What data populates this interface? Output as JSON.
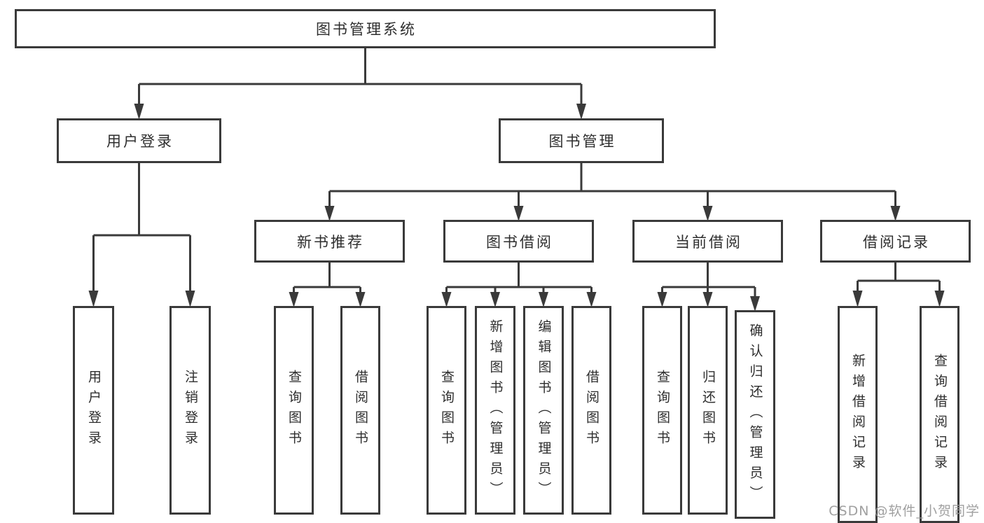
{
  "tree": {
    "label": "图书管理系统",
    "children": [
      {
        "label": "用户登录",
        "children": [
          {
            "label": "用户登录"
          },
          {
            "label": "注销登录"
          }
        ]
      },
      {
        "label": "图书管理",
        "children": [
          {
            "label": "新书推荐",
            "children": [
              {
                "label": "查询图书"
              },
              {
                "label": "借阅图书"
              }
            ]
          },
          {
            "label": "图书借阅",
            "children": [
              {
                "label": "查询图书"
              },
              {
                "label": "新增图书（管理员）"
              },
              {
                "label": "编辑图书（管理员）"
              },
              {
                "label": "借阅图书"
              }
            ]
          },
          {
            "label": "当前借阅",
            "children": [
              {
                "label": "查询图书"
              },
              {
                "label": "归还图书"
              },
              {
                "label": "确认归还（管理员）"
              }
            ]
          },
          {
            "label": "借阅记录",
            "children": [
              {
                "label": "新增借阅记录"
              },
              {
                "label": "查询借阅记录"
              }
            ]
          }
        ]
      }
    ]
  },
  "watermark": {
    "text": "CSDN @软件_小贺同学"
  },
  "colors": {
    "line": "#3a3a3a",
    "box_border": "#3a3a3a",
    "text": "#2e2e2e",
    "watermark": "#989898",
    "background": "#ffffff"
  }
}
